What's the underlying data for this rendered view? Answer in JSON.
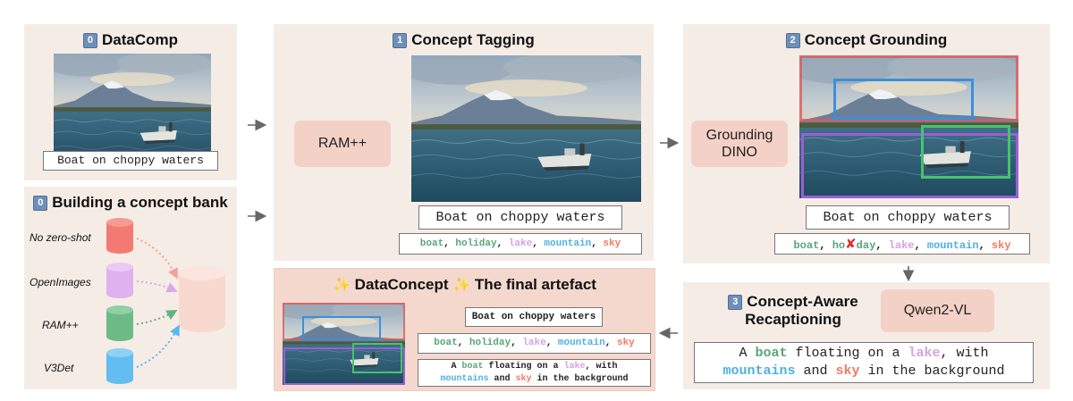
{
  "datacomp": {
    "num": "0",
    "title": "DataComp",
    "caption": "Boat on choppy waters"
  },
  "bank": {
    "num": "0",
    "title": "Building a concept bank",
    "sources": [
      "No zero-shot",
      "OpenImages",
      "RAM++",
      "V3Det"
    ],
    "source_colors": [
      "#f37a72",
      "#dfb2ee",
      "#6cbb86",
      "#62bdf0"
    ]
  },
  "tagging": {
    "num": "1",
    "title": "Concept Tagging",
    "model": "RAM++",
    "caption": "Boat on choppy waters",
    "tags": [
      {
        "text": "boat",
        "color": "#5aa677"
      },
      {
        "text": ", ",
        "color": "#222222"
      },
      {
        "text": "holiday",
        "color": "#5aa677"
      },
      {
        "text": ", ",
        "color": "#222222"
      },
      {
        "text": "lake",
        "color": "#d4a3e4"
      },
      {
        "text": ", ",
        "color": "#222222"
      },
      {
        "text": "mountain",
        "color": "#4fb1e0"
      },
      {
        "text": ", ",
        "color": "#222222"
      },
      {
        "text": "sky",
        "color": "#ef7c64"
      }
    ]
  },
  "grounding": {
    "num": "2",
    "title": "Concept Grounding",
    "model_line1": "Grounding",
    "model_line2": "DINO",
    "caption": "Boat on choppy waters",
    "tags": {
      "boat": "boat",
      "sep1": ", ",
      "holiday_a": "ho",
      "holiday_b": "day",
      "sep2": ", ",
      "lake": "lake",
      "sep3": ", ",
      "mountain": "mountain",
      "sep4": ", ",
      "sky": "sky"
    },
    "box_colors": {
      "sky": "#e05a5a",
      "mountain": "#3d8fd8",
      "boat": "#47c46b",
      "lake": "#9a5fd6"
    }
  },
  "recaption": {
    "num": "3",
    "title_line1": "Concept-Aware",
    "title_line2": "Recaptioning",
    "model": "Qwen2-VL",
    "caption": {
      "l1a": "A ",
      "boat": "boat",
      "l1b": " floating on a ",
      "lake": "lake",
      "l1c": ", with",
      "mountains": "mountains",
      "l2a": " and ",
      "sky": "sky",
      "l2b": " in the background"
    }
  },
  "final": {
    "title": "DataConcept",
    "subtitle": "The final artefact",
    "sparkle": "✨",
    "caption": "Boat on choppy waters",
    "tags": [
      {
        "text": "boat",
        "color": "#5aa677"
      },
      {
        "text": ", ",
        "color": "#222222"
      },
      {
        "text": "holiday",
        "color": "#5aa677"
      },
      {
        "text": ", ",
        "color": "#222222"
      },
      {
        "text": "lake",
        "color": "#d4a3e4"
      },
      {
        "text": ", ",
        "color": "#222222"
      },
      {
        "text": "mountain",
        "color": "#4fb1e0"
      },
      {
        "text": ", ",
        "color": "#222222"
      },
      {
        "text": "sky",
        "color": "#ef7c64"
      }
    ],
    "recaption": {
      "l1a": "A ",
      "boat": "boat",
      "l1b": " floating on a ",
      "lake": "lake",
      "l1c": ", with",
      "mountains": "mountains",
      "l2a": " and ",
      "sky": "sky",
      "l2b": " in the background"
    }
  },
  "icons": {
    "arrow": "arrow-right-icon",
    "cross": "red-cross-icon",
    "database": "cylinder-icon"
  }
}
